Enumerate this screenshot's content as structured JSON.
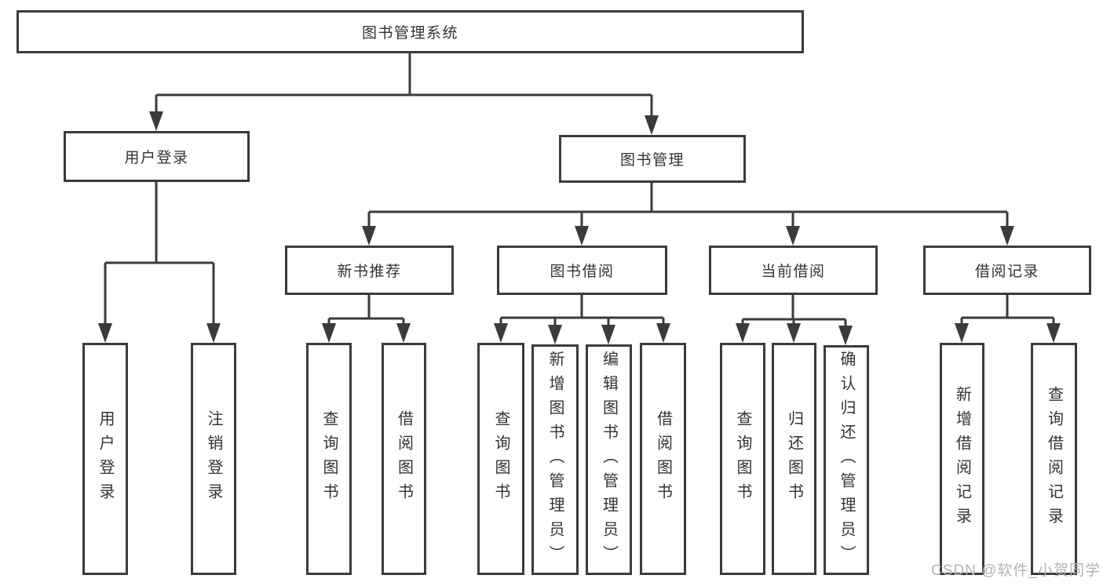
{
  "colors": {
    "line": "#3b3b3b",
    "text": "#333333",
    "watermark": "#b3b3b3",
    "background": "#ffffff"
  },
  "watermark": "CSDN @软件_小贺同学",
  "root": {
    "label": "图书管理系统"
  },
  "branches": {
    "user_login": {
      "label": "用户登录",
      "children": [
        {
          "label": "用户登录"
        },
        {
          "label": "注销登录"
        }
      ]
    },
    "book_mgmt": {
      "label": "图书管理",
      "children": [
        {
          "label": "新书推荐",
          "children": [
            {
              "label": "查询图书"
            },
            {
              "label": "借阅图书"
            }
          ]
        },
        {
          "label": "图书借阅",
          "children": [
            {
              "label": "查询图书"
            },
            {
              "label": "新增图书（管理员）"
            },
            {
              "label": "编辑图书（管理员）"
            },
            {
              "label": "借阅图书"
            }
          ]
        },
        {
          "label": "当前借阅",
          "children": [
            {
              "label": "查询图书"
            },
            {
              "label": "归还图书"
            },
            {
              "label": "确认归还（管理员）"
            }
          ]
        },
        {
          "label": "借阅记录",
          "children": [
            {
              "label": "新增借阅记录"
            },
            {
              "label": "查询借阅记录"
            }
          ]
        }
      ]
    }
  }
}
